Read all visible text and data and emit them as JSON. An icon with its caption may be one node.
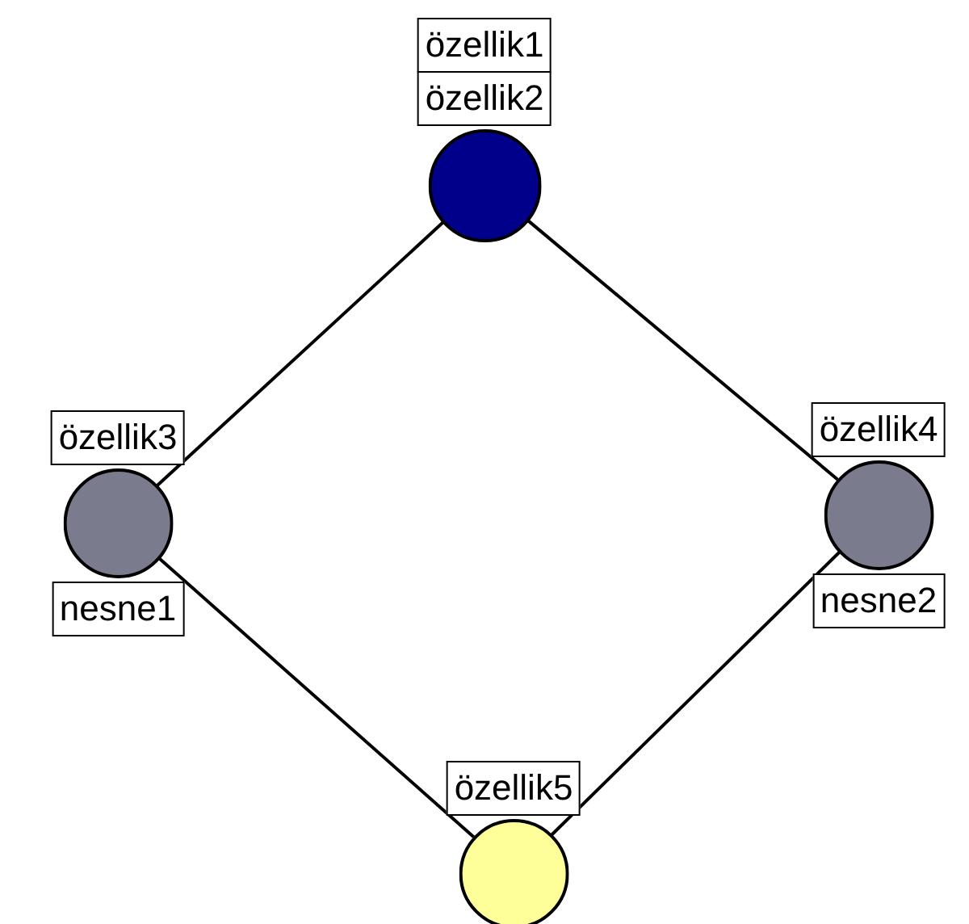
{
  "diagram": {
    "nodes": [
      {
        "text": [
          "özellik1",
          "özellik2"
        ]
      },
      {
        "text": [
          "özellik3",
          "nesne1"
        ]
      },
      {
        "text": [
          "özellik4",
          "nesne2"
        ]
      },
      {
        "text": [
          "özellik5"
        ]
      }
    ],
    "edges": [
      {
        "from": 0,
        "to": 1,
        "arrow": "none"
      },
      {
        "from": 0,
        "to": 2,
        "arrow": "none"
      },
      {
        "from": 1,
        "to": 3,
        "arrow": "none"
      },
      {
        "from": 2,
        "to": 3,
        "arrow": "none"
      }
    ]
  }
}
